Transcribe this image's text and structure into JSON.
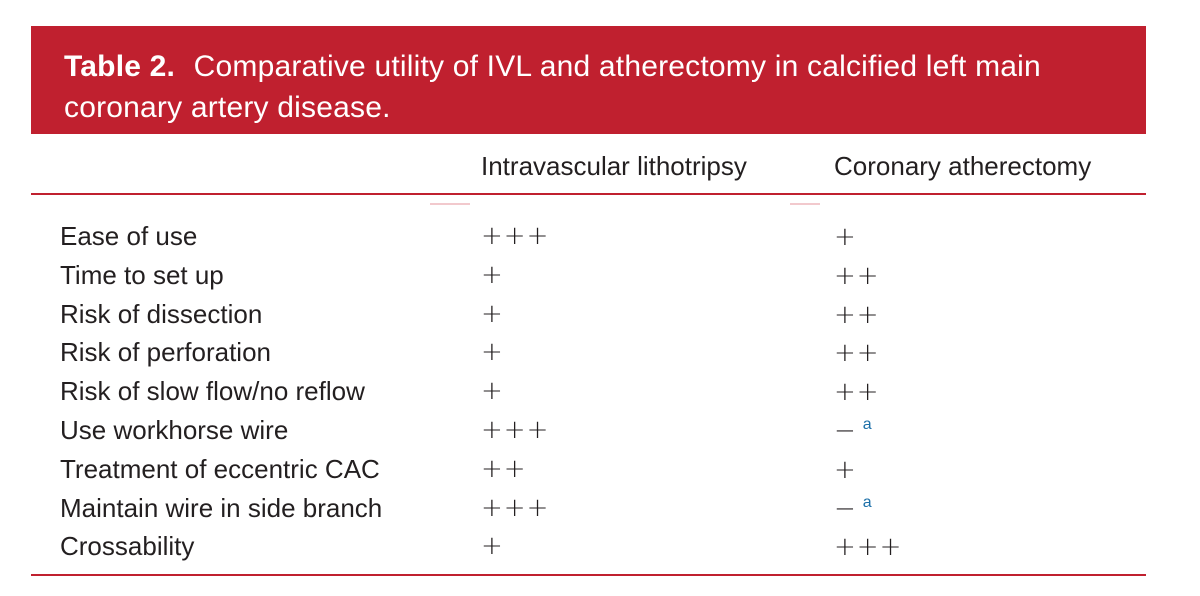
{
  "table": {
    "label": "Table 2.",
    "caption": "Comparative utility of IVL and atherectomy in calcified left main coronary artery disease.",
    "columns": [
      "",
      "Intravascular lithotripsy",
      "Coronary atherectomy"
    ],
    "rows": [
      {
        "label": "Ease of use",
        "ivl": "+++",
        "ath": "+",
        "ath_note": ""
      },
      {
        "label": "Time to set up",
        "ivl": "+",
        "ath": "++",
        "ath_note": ""
      },
      {
        "label": "Risk of dissection",
        "ivl": "+",
        "ath": "++",
        "ath_note": ""
      },
      {
        "label": "Risk of perforation",
        "ivl": "+",
        "ath": "++",
        "ath_note": ""
      },
      {
        "label": "Risk of slow flow/no reflow",
        "ivl": "+",
        "ath": "++",
        "ath_note": ""
      },
      {
        "label": "Use workhorse wire",
        "ivl": "+++",
        "ath": "−",
        "ath_note": "a"
      },
      {
        "label": "Treatment of eccentric CAC",
        "ivl": "++",
        "ath": "+",
        "ath_note": ""
      },
      {
        "label": "Maintain wire in side branch",
        "ivl": "+++",
        "ath": "−",
        "ath_note": "a"
      },
      {
        "label": "Crossability",
        "ivl": "+",
        "ath": "+++",
        "ath_note": ""
      }
    ]
  },
  "colors": {
    "banner": "#c0202f",
    "footnote_marker": "#1b6fa8"
  }
}
